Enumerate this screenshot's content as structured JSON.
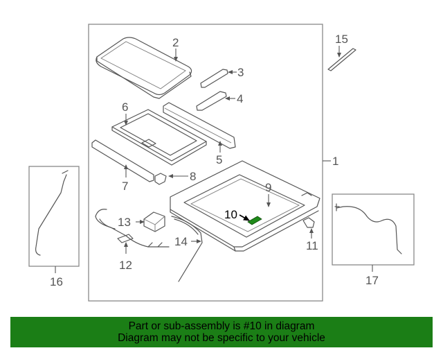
{
  "colors": {
    "banner_bg": "#1b7e16",
    "highlight_part": "#1f8a1a",
    "line_art": "#555555"
  },
  "callouts": {
    "c1": "1",
    "c2": "2",
    "c3": "3",
    "c4": "4",
    "c5": "5",
    "c6": "6",
    "c7": "7",
    "c8": "8",
    "c9": "9",
    "c10": "10",
    "c11": "11",
    "c12": "12",
    "c13": "13",
    "c14": "14",
    "c15": "15",
    "c16": "16",
    "c17": "17"
  },
  "highlighted_part": "10",
  "banner": {
    "line1": "Part or sub-assembly is #10 in diagram",
    "line2": "Diagram may not be specific to your vehicle"
  }
}
